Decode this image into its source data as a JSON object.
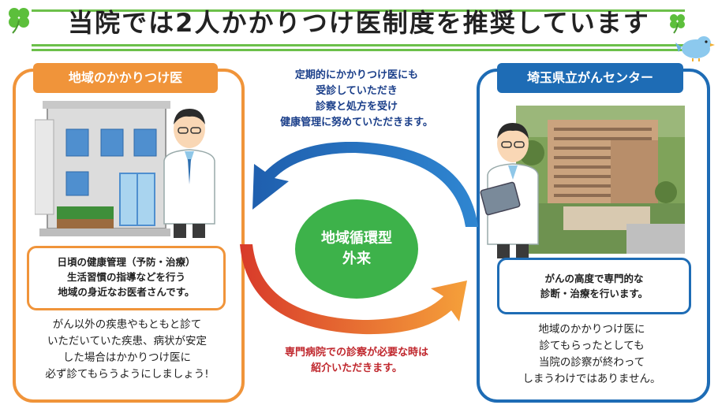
{
  "title": "当院では2人かかりつけ医制度を推奨しています",
  "colors": {
    "orange": "#f0943a",
    "blue": "#1e6cb5",
    "green": "#3db24a",
    "red_text": "#c0282e",
    "navy_text": "#1b3f8a",
    "title_lines": "#6cc04a"
  },
  "left_panel": {
    "tag": "地域のかかりつけ医",
    "box_lines": [
      "日頃の健康管理（予防・治療）",
      "生活習慣の指導などを行う",
      "地域の身近なお医者さんです。"
    ],
    "body_lines": [
      "がん以外の疾患やもともと診て",
      "いただいていた疾患、病状が安定",
      "した場合はかかりつけ医に",
      "必ず診てもらうようにしましょう!"
    ]
  },
  "right_panel": {
    "tag": "埼玉県立がんセンター",
    "box_lines": [
      "がんの高度で専門的な",
      "診断・治療を行います。"
    ],
    "body_lines": [
      "地域のかかりつけ医に",
      "診てもらったとしても",
      "当院の診察が終わって",
      "しまうわけではありません。"
    ]
  },
  "center": {
    "top_lines": [
      "定期的にかかりつけ医にも",
      "受診していただき",
      "診察と処方を受け",
      "健康管理に努めていただきます。"
    ],
    "circle_lines": [
      "地域循環型",
      "外来"
    ],
    "bottom_lines": [
      "専門病院での診察が必要な時は",
      "紹介いただきます。"
    ]
  },
  "icons": [
    "clover-icon",
    "bird-icon",
    "clinic-building-icon",
    "doctor-icon",
    "hospital-building-icon",
    "doctor-with-tablet-icon",
    "cycle-arrow-blue-icon",
    "cycle-arrow-orange-icon"
  ]
}
